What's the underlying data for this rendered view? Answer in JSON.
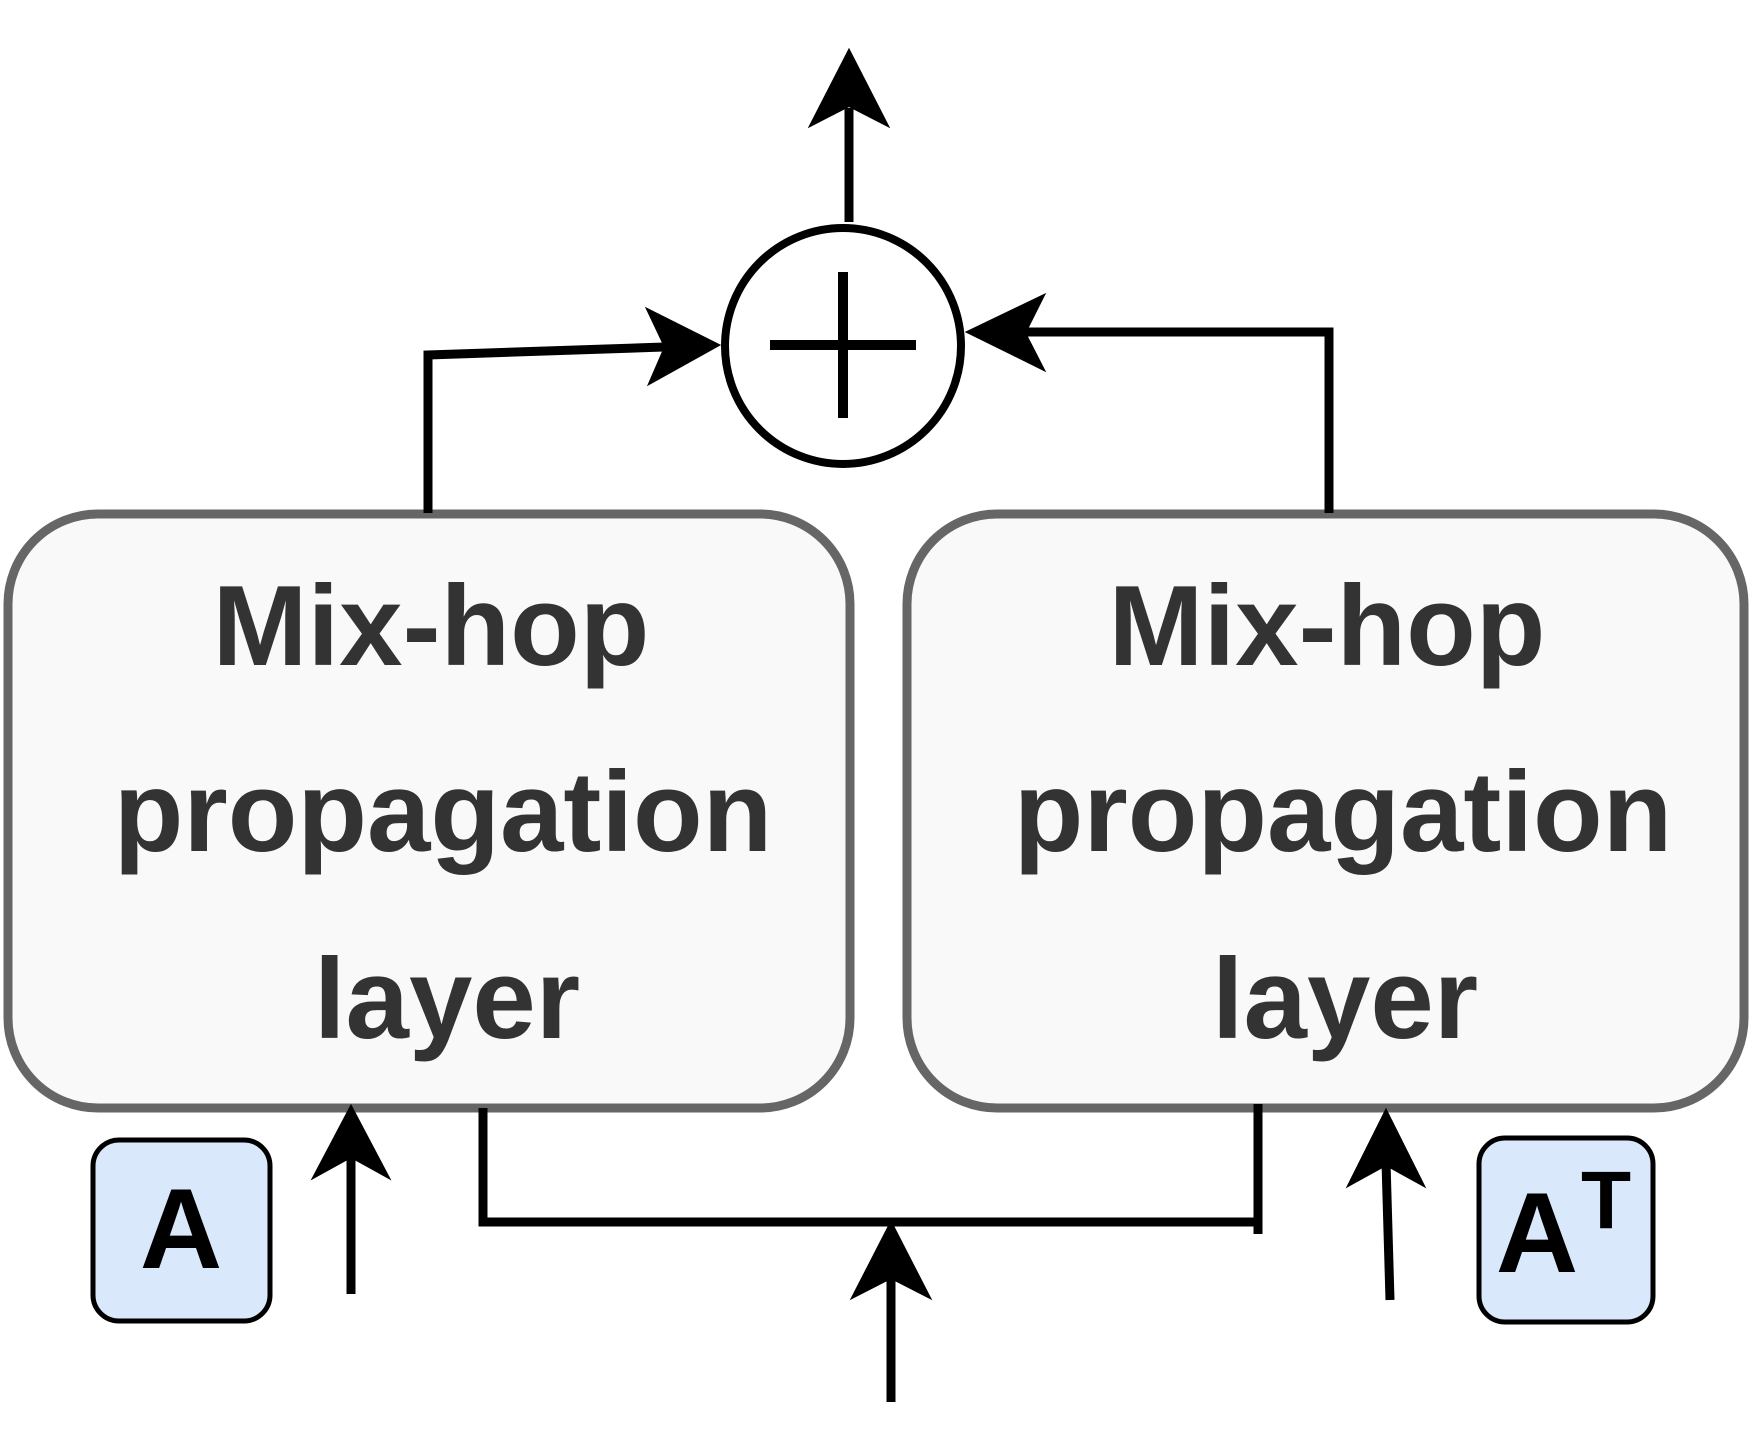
{
  "diagram": {
    "blocks": [
      {
        "id": "left",
        "lines": [
          "Mix-hop",
          "propagation",
          "layer"
        ]
      },
      {
        "id": "right",
        "lines": [
          "Mix-hop",
          "propagation",
          "layer"
        ]
      }
    ],
    "sum_node": {
      "symbol": "plus"
    },
    "matrices": {
      "left": {
        "base": "A",
        "superscript": ""
      },
      "right": {
        "base": "A",
        "superscript": "T"
      }
    },
    "colors": {
      "block_fill": "#f9f9f9",
      "block_stroke": "#666666",
      "text": "#333333",
      "matrix_fill": "#dae8fc",
      "line": "#000000"
    }
  }
}
